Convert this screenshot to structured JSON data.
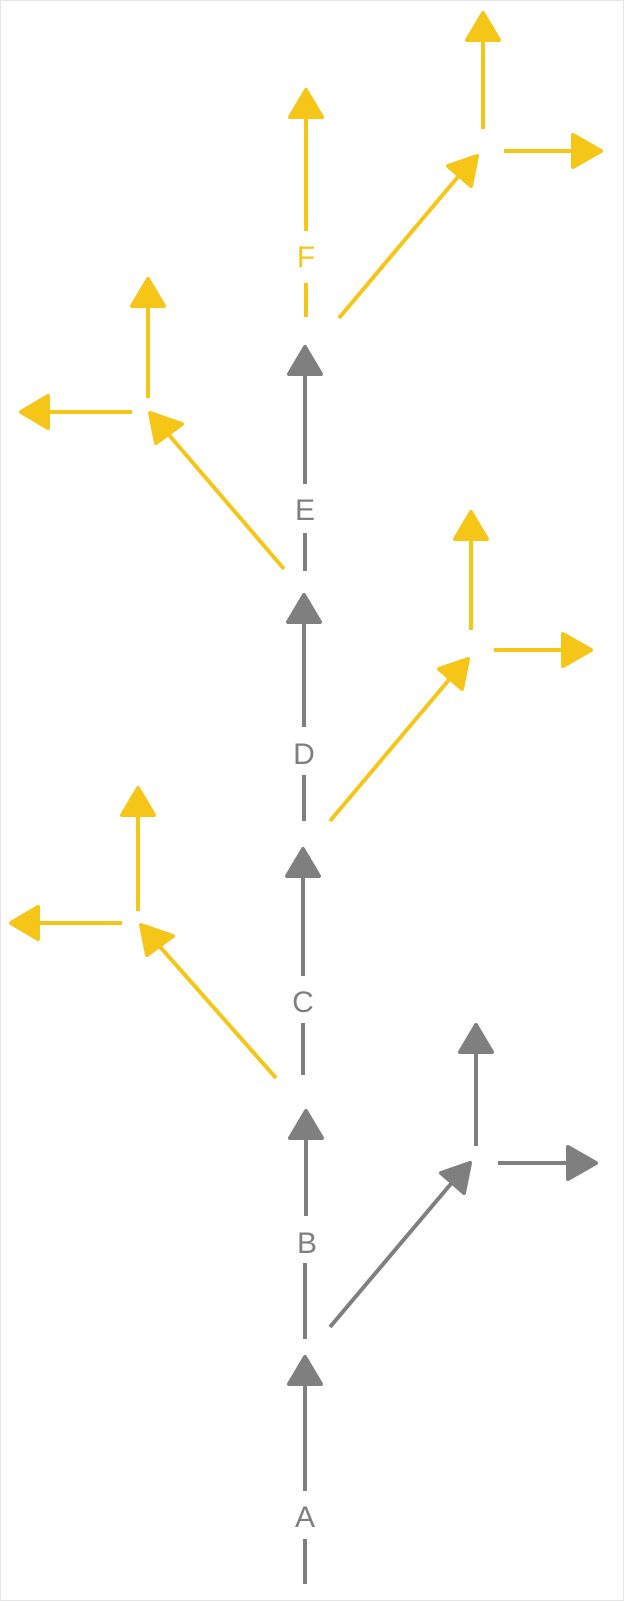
{
  "colors": {
    "gray": "#7f7f7f",
    "yellow": "#f5c518"
  },
  "nodes": [
    {
      "id": "A",
      "label": "A",
      "color": "gray"
    },
    {
      "id": "B",
      "label": "B",
      "color": "gray"
    },
    {
      "id": "C",
      "label": "C",
      "color": "gray"
    },
    {
      "id": "D",
      "label": "D",
      "color": "gray"
    },
    {
      "id": "E",
      "label": "E",
      "color": "gray"
    },
    {
      "id": "F",
      "label": "F",
      "color": "yellow"
    }
  ],
  "branches": [
    {
      "from": "B",
      "side": "right",
      "color": "gray"
    },
    {
      "from": "C",
      "side": "left",
      "color": "yellow"
    },
    {
      "from": "D",
      "side": "right",
      "color": "yellow"
    },
    {
      "from": "E",
      "side": "left",
      "color": "yellow"
    },
    {
      "from": "F",
      "side": "right",
      "color": "yellow"
    }
  ]
}
